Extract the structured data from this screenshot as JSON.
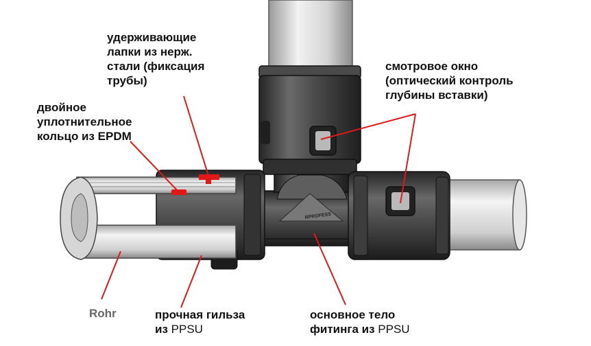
{
  "colors": {
    "body_dark": "#3b3b3b",
    "body_mid": "#5a5a5a",
    "pipe_light": "#d9d9d9",
    "pointer": "#e01818",
    "text": "#111111"
  },
  "labels": {
    "claws": {
      "lines": [
        "удерживающие",
        "лапки из нерж.",
        "стали (фиксация",
        "трубы)"
      ]
    },
    "ring": {
      "lines": [
        "двойное",
        "уплотнительное",
        "кольцо из EPDM"
      ]
    },
    "window": {
      "lines": [
        "смотровое окно",
        "(оптический контроль",
        "глубины вставки)"
      ]
    },
    "pipe": {
      "text": "Rohr"
    },
    "sleeve": {
      "line1": "прочная гильза",
      "line2_prefix": "из",
      "line2_material": "PPSU"
    },
    "body": {
      "line1": "основное тело",
      "line2_prefix": "фитинга из",
      "line2_material": "PPSU"
    }
  },
  "brand_mark": "RPROFESS"
}
